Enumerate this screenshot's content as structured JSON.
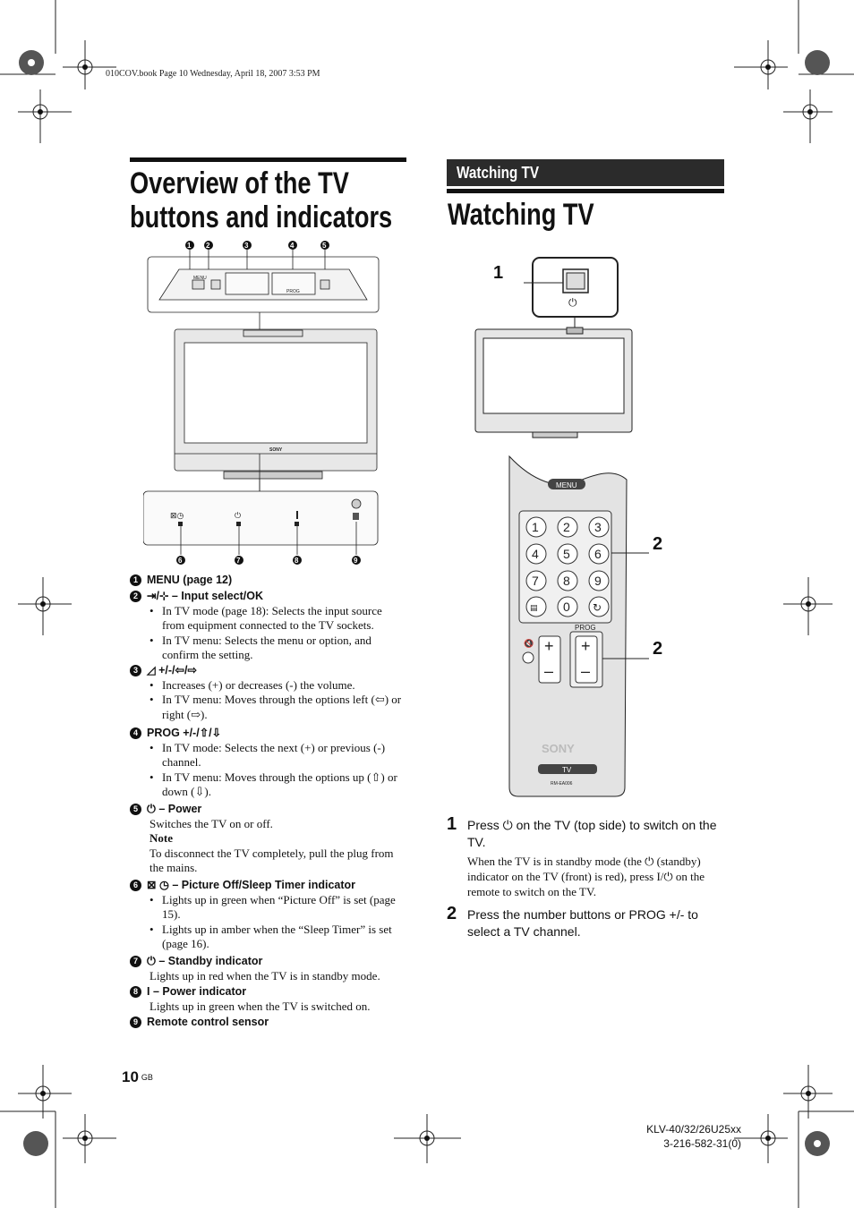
{
  "header": {
    "book_line": "010COV.book  Page 10  Wednesday, April 18, 2007  3:53 PM"
  },
  "left": {
    "title_line1": "Overview of the TV",
    "title_line2": "buttons and indicators",
    "diagram": {
      "top_callouts": [
        "1",
        "2",
        "3",
        "4",
        "5"
      ],
      "bottom_callouts": [
        "6",
        "7",
        "8",
        "9"
      ],
      "menu_text": "MENU",
      "prog_text": "PROG",
      "brand": "SONY"
    },
    "items": [
      {
        "n": "1",
        "head": "MENU (page 12)"
      },
      {
        "n": "2",
        "head": "⇥/⊹ – Input select/OK",
        "bullets": [
          "In TV mode (page 18): Selects the input source from equipment connected to the TV sockets.",
          "In TV menu: Selects the menu or option, and confirm the setting."
        ]
      },
      {
        "n": "3",
        "head": "◿ +/-/⇦/⇨",
        "bullets": [
          "Increases (+) or decreases (-) the volume.",
          "In TV menu: Moves through the options left (⇦) or right (⇨)."
        ]
      },
      {
        "n": "4",
        "head": "PROG +/-/⇧/⇩",
        "bullets": [
          "In TV mode: Selects the next (+) or previous (-) channel.",
          "In TV menu: Moves through the options up (⇧) or down (⇩)."
        ]
      },
      {
        "n": "5",
        "head": "⏻ – Power",
        "text": "Switches the TV on or off.",
        "note_title": "Note",
        "note": "To disconnect the TV completely,  pull the plug from the mains."
      },
      {
        "n": "6",
        "head": "⊠ ◷ – Picture Off/Sleep Timer indicator",
        "bullets": [
          "Lights up in green when “Picture Off” is set (page 15).",
          "Lights up in amber when the “Sleep Timer” is set (page 16)."
        ]
      },
      {
        "n": "7",
        "head": "⏻ – Standby indicator",
        "text": "Lights up in red when the TV is in standby mode."
      },
      {
        "n": "8",
        "head": "I – Power indicator",
        "text": "Lights up in green when the TV is switched on."
      },
      {
        "n": "9",
        "head": "Remote control sensor"
      }
    ]
  },
  "right": {
    "section_bar": "Watching TV",
    "title": "Watching TV",
    "labels": {
      "l1": "1",
      "l2a": "2",
      "l2b": "2"
    },
    "remote": {
      "menu": "MENU",
      "keys": [
        "1",
        "2",
        "3",
        "4",
        "5",
        "6",
        "7",
        "8",
        "9",
        "0"
      ],
      "prog": "PROG",
      "brand": "SONY",
      "tv": "TV",
      "model": "RM-EA006"
    },
    "steps": [
      {
        "n": "1",
        "text": "Press ⏻ on the TV (top side) to switch on the TV.",
        "sub": "When the TV is in standby mode (the ⏻ (standby) indicator on the TV (front) is red), press I/⏻ on the remote to switch on the TV."
      },
      {
        "n": "2",
        "text": "Press the number buttons or PROG +/- to select a TV channel."
      }
    ]
  },
  "footer": {
    "page": "10",
    "page_suffix": "GB",
    "model_line1": "KLV-40/32/26U25xx",
    "model_line2": "3-216-582-31(0)"
  }
}
